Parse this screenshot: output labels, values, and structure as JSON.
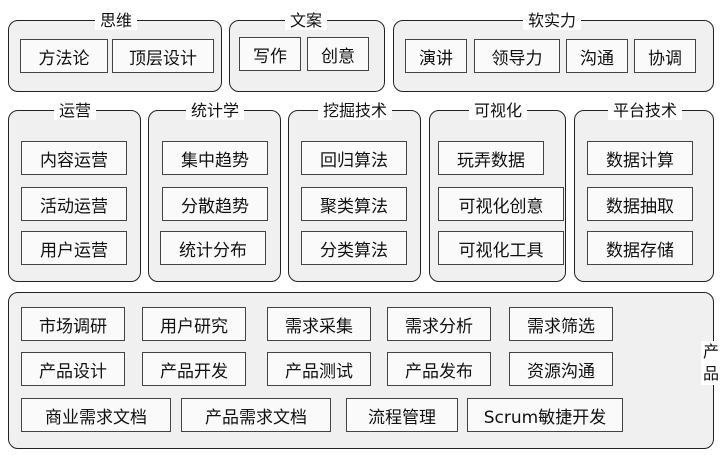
{
  "groups": {
    "thinking": {
      "title": "思维",
      "items": [
        "方法论",
        "顶层设计"
      ]
    },
    "copywriting": {
      "title": "文案",
      "items": [
        "写作",
        "创意"
      ]
    },
    "soft_skills": {
      "title": "软实力",
      "items": [
        "演讲",
        "领导力",
        "沟通",
        "协调"
      ]
    },
    "operations": {
      "title": "运营",
      "items": [
        "内容运营",
        "活动运营",
        "用户运营"
      ]
    },
    "statistics": {
      "title": "统计学",
      "items": [
        "集中趋势",
        "分散趋势",
        "统计分布"
      ]
    },
    "mining": {
      "title": "挖掘技术",
      "items": [
        "回归算法",
        "聚类算法",
        "分类算法"
      ]
    },
    "visualization": {
      "title": "可视化",
      "items": [
        "玩弄数据",
        "可视化创意",
        "可视化工具"
      ]
    },
    "platform": {
      "title": "平台技术",
      "items": [
        "数据计算",
        "数据抽取",
        "数据存储"
      ]
    },
    "product": {
      "title_chars": [
        "产",
        "品"
      ],
      "items": [
        "市场调研",
        "用户研究",
        "需求采集",
        "需求分析",
        "需求筛选",
        "产品设计",
        "产品开发",
        "产品测试",
        "产品发布",
        "资源沟通",
        "商业需求文档",
        "产品需求文档",
        "流程管理",
        "Scrum敏捷开发"
      ]
    }
  }
}
